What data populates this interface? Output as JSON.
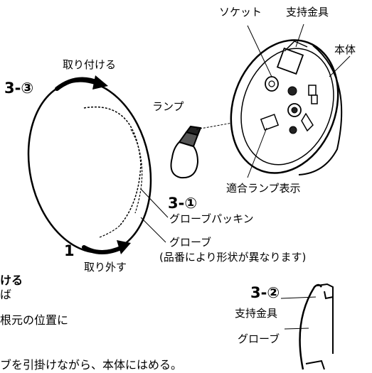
{
  "labels": {
    "socket": "ソケット",
    "support_bracket": "支持金具",
    "main_body": "本体",
    "attach": "取り付ける",
    "step_3_3": "3-③",
    "lamp": "ランプ",
    "compatible_lamp_label": "適合ランプ表示",
    "step_3_1": "3-①",
    "globe_packing": "グローブパッキン",
    "globe": "グローブ",
    "globe_note": "(品番により形状が異なります)",
    "step_1": "1",
    "remove": "取り外す",
    "step_3_2": "3-②",
    "detail_support_bracket": "支持金具",
    "detail_globe": "グローブ"
  },
  "instructions": {
    "fragment_attach": "ける",
    "fragment_ba": "ば",
    "fragment_position": "根元の位置に",
    "fragment_hook": "ブを引掛けながら、本体にはめる。"
  }
}
